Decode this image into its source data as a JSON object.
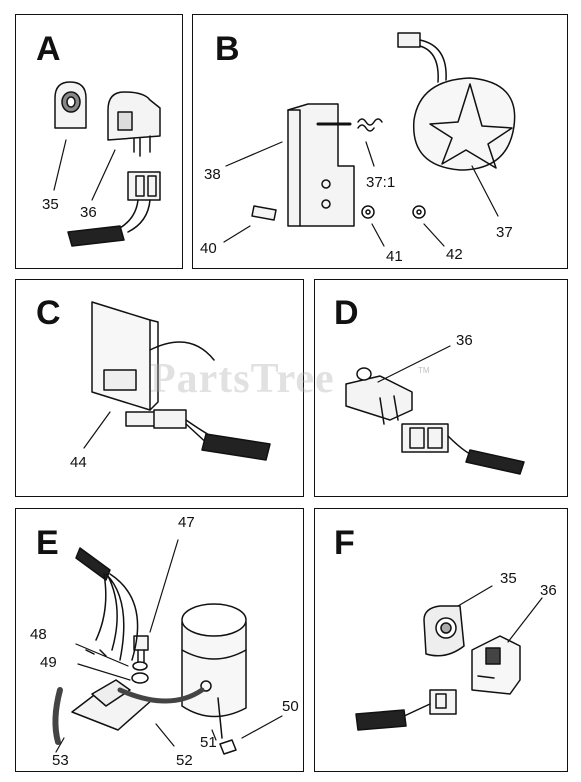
{
  "panels": {
    "A": {
      "letter": "A",
      "callouts": [
        "35",
        "36"
      ]
    },
    "B": {
      "letter": "B",
      "callouts": [
        "38",
        "37:1",
        "37",
        "40",
        "41",
        "42"
      ]
    },
    "C": {
      "letter": "C",
      "callouts": [
        "44"
      ]
    },
    "D": {
      "letter": "D",
      "callouts": [
        "36"
      ]
    },
    "E": {
      "letter": "E",
      "callouts": [
        "47",
        "48",
        "49",
        "50",
        "51",
        "52",
        "53"
      ]
    },
    "F": {
      "letter": "F",
      "callouts": [
        "35",
        "36"
      ]
    }
  },
  "watermark": {
    "text": "PartsTree",
    "tm": "TM"
  }
}
